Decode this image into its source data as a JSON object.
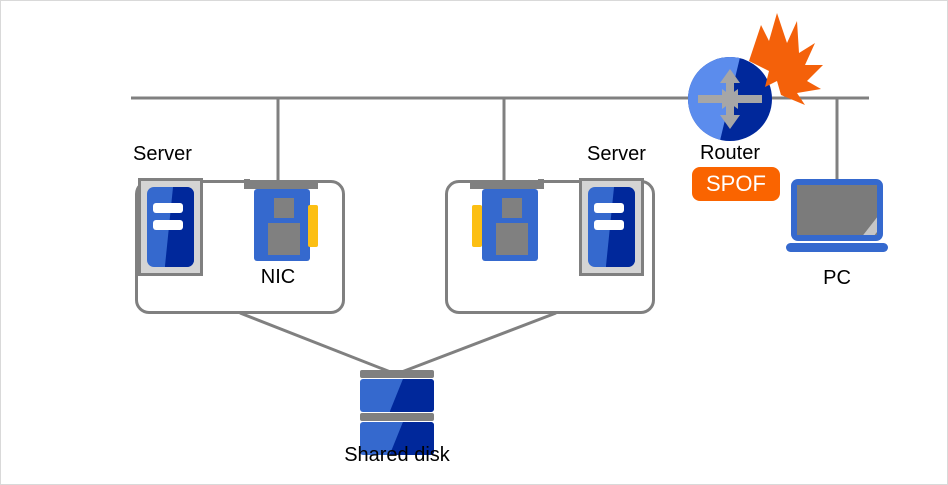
{
  "diagram": {
    "title": "Cluster network diagram with router single point of failure",
    "colors": {
      "line": "#808080",
      "blue_light": "#3569ce",
      "blue_dark": "#00289b",
      "router_light": "#5b8ced",
      "gray_fill": "#7b7b7b",
      "frame_gray": "#d4d4d4",
      "accent_orange": "#fa6400",
      "nic_tab_yellow": "#fcbf13",
      "background": "#ffffff"
    }
  },
  "nodes": {
    "server_left_label": "Server",
    "server_right_label": "Server",
    "nic_label": "NIC",
    "router_label": "Router",
    "router_status_badge": "SPOF",
    "pc_label": "PC",
    "shared_disk_label": "Shared disk"
  },
  "icons": {
    "server": "server-icon",
    "nic": "network-interface-card-icon",
    "router": "router-icon",
    "burst": "lightning-burst-icon",
    "pc": "laptop-icon",
    "disk": "shared-disk-icon"
  }
}
